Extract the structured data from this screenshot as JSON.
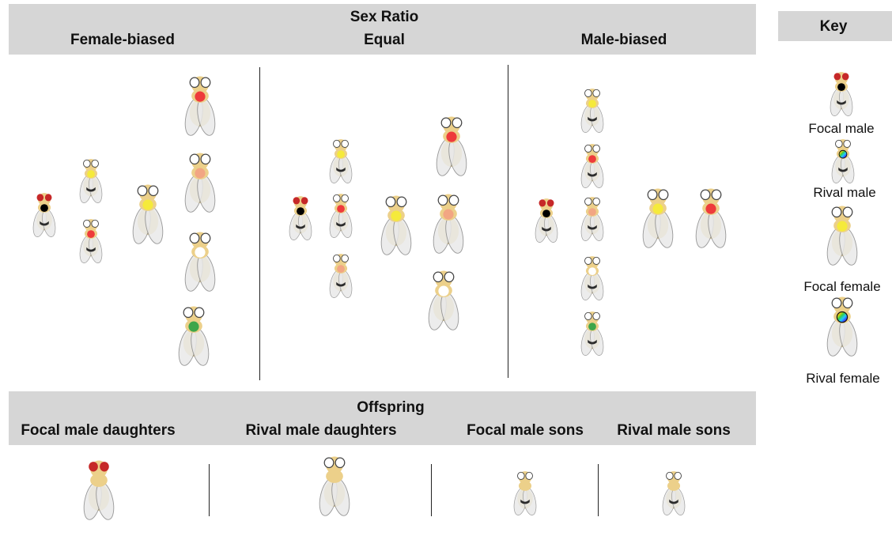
{
  "header": {
    "title": "Sex Ratio",
    "columns": [
      "Female-biased",
      "Equal",
      "Male-biased"
    ]
  },
  "key": {
    "title": "Key",
    "items": [
      {
        "label": "Focal male",
        "type": "male",
        "eye": "red",
        "dot": "#000000"
      },
      {
        "label": "Rival male",
        "type": "male",
        "eye": "white",
        "dot": "multicolor"
      },
      {
        "label": "Focal female",
        "type": "female",
        "eye": "white",
        "dot": "#f5ea3b"
      },
      {
        "label": "Rival female",
        "type": "female",
        "eye": "white",
        "dot": "multicolor"
      }
    ]
  },
  "treatments": [
    {
      "name": "Female-biased",
      "flies": [
        {
          "type": "male",
          "eye": "red",
          "dot": "#000000"
        },
        {
          "type": "male",
          "eye": "white",
          "dot": "#f5ea3b"
        },
        {
          "type": "male",
          "eye": "white",
          "dot": "#ee3b3b"
        },
        {
          "type": "female",
          "eye": "white",
          "dot": "#f5ea3b"
        },
        {
          "type": "female",
          "eye": "white",
          "dot": "#ee3b3b"
        },
        {
          "type": "female",
          "eye": "white",
          "dot": "#f2a683"
        },
        {
          "type": "female",
          "eye": "white",
          "dot": "#ffffff"
        },
        {
          "type": "female",
          "eye": "white",
          "dot": "#3da64a"
        }
      ]
    },
    {
      "name": "Equal",
      "flies": [
        {
          "type": "male",
          "eye": "red",
          "dot": "#000000"
        },
        {
          "type": "male",
          "eye": "white",
          "dot": "#f5ea3b"
        },
        {
          "type": "male",
          "eye": "white",
          "dot": "#ee3b3b"
        },
        {
          "type": "male",
          "eye": "white",
          "dot": "#f2a683"
        },
        {
          "type": "female",
          "eye": "white",
          "dot": "#f5ea3b"
        },
        {
          "type": "female",
          "eye": "white",
          "dot": "#ee3b3b"
        },
        {
          "type": "female",
          "eye": "white",
          "dot": "#f2a683"
        },
        {
          "type": "female",
          "eye": "white",
          "dot": "#ffffff"
        }
      ]
    },
    {
      "name": "Male-biased",
      "flies": [
        {
          "type": "male",
          "eye": "red",
          "dot": "#000000"
        },
        {
          "type": "male",
          "eye": "white",
          "dot": "#f5ea3b"
        },
        {
          "type": "male",
          "eye": "white",
          "dot": "#ee3b3b"
        },
        {
          "type": "male",
          "eye": "white",
          "dot": "#f2a683"
        },
        {
          "type": "male",
          "eye": "white",
          "dot": "#ffffff"
        },
        {
          "type": "male",
          "eye": "white",
          "dot": "#3da64a"
        },
        {
          "type": "female",
          "eye": "white",
          "dot": "#f5ea3b"
        },
        {
          "type": "female",
          "eye": "white",
          "dot": "#ee3b3b"
        }
      ]
    }
  ],
  "offspring": {
    "title": "Offspring",
    "columns": [
      {
        "label": "Focal male daughters",
        "type": "female",
        "eye": "red"
      },
      {
        "label": "Rival male daughters",
        "type": "female",
        "eye": "white"
      },
      {
        "label": "Focal male sons",
        "type": "male",
        "eye": "white"
      },
      {
        "label": "Rival male sons",
        "type": "male",
        "eye": "white"
      }
    ]
  },
  "colors": {
    "band": "#d6d6d6",
    "body": "#ecd08a",
    "wing": "#e9e9e9",
    "eye_red": "#c62828",
    "eye_white": "#ffffff",
    "divider": "#222222"
  }
}
